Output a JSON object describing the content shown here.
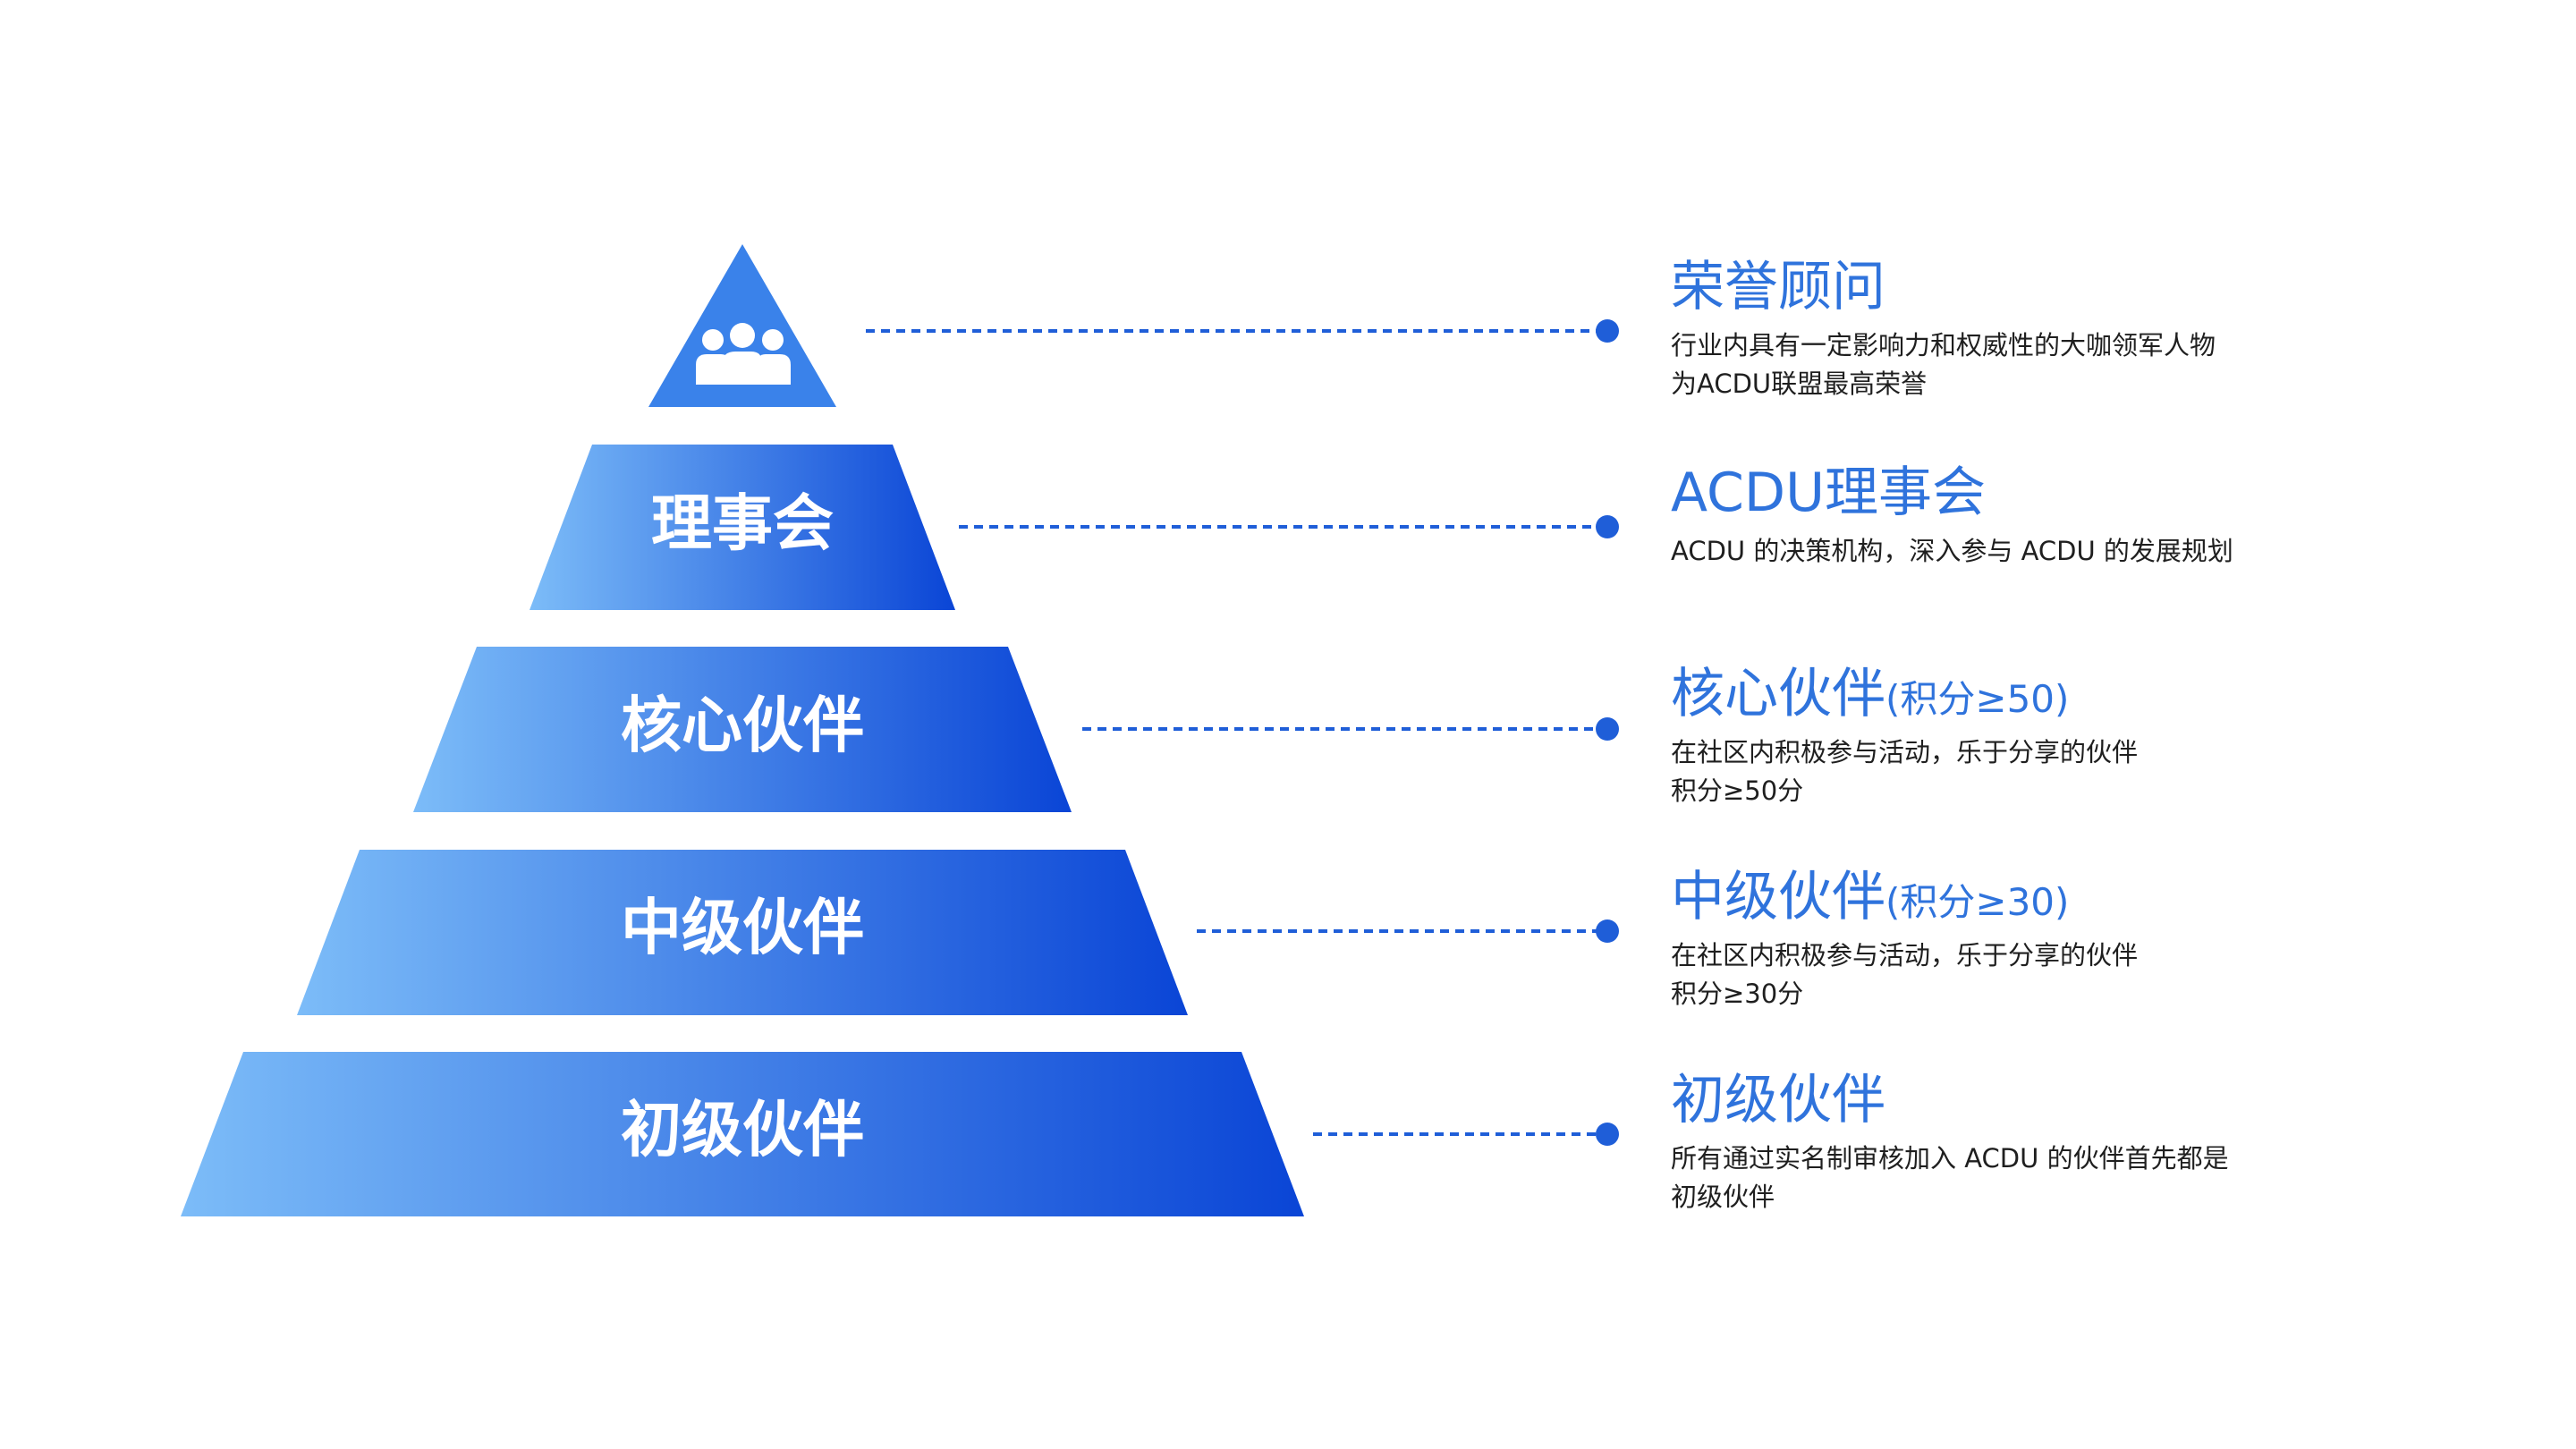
{
  "colors": {
    "gradient_light": "#7cbcf8",
    "gradient_dark": "#0a45d6",
    "connector": "#1f5ed8",
    "title_accent": "#2f73dc",
    "desc_text": "#1f1f1f"
  },
  "pyramid": {
    "top_icon": "people-group-icon",
    "tiers": [
      {
        "label": "理事会"
      },
      {
        "label": "核心伙伴"
      },
      {
        "label": "中级伙伴"
      },
      {
        "label": "初级伙伴"
      }
    ]
  },
  "levels": [
    {
      "title": "荣誉顾问",
      "score": "",
      "lines": [
        "行业内具有一定影响力和权威性的大咖领军人物",
        "为ACDU联盟最高荣誉"
      ]
    },
    {
      "title": "ACDU理事会",
      "score": "",
      "lines": [
        "ACDU 的决策机构，深入参与 ACDU 的发展规划"
      ]
    },
    {
      "title": "核心伙伴",
      "score": "(积分≥50)",
      "lines": [
        "在社区内积极参与活动，乐于分享的伙伴",
        "积分≥50分"
      ]
    },
    {
      "title": "中级伙伴",
      "score": "(积分≥30)",
      "lines": [
        "在社区内积极参与活动，乐于分享的伙伴",
        "积分≥30分"
      ]
    },
    {
      "title": "初级伙伴",
      "score": "",
      "lines": [
        "所有通过实名制审核加入 ACDU 的伙伴首先都是",
        "初级伙伴"
      ]
    }
  ]
}
